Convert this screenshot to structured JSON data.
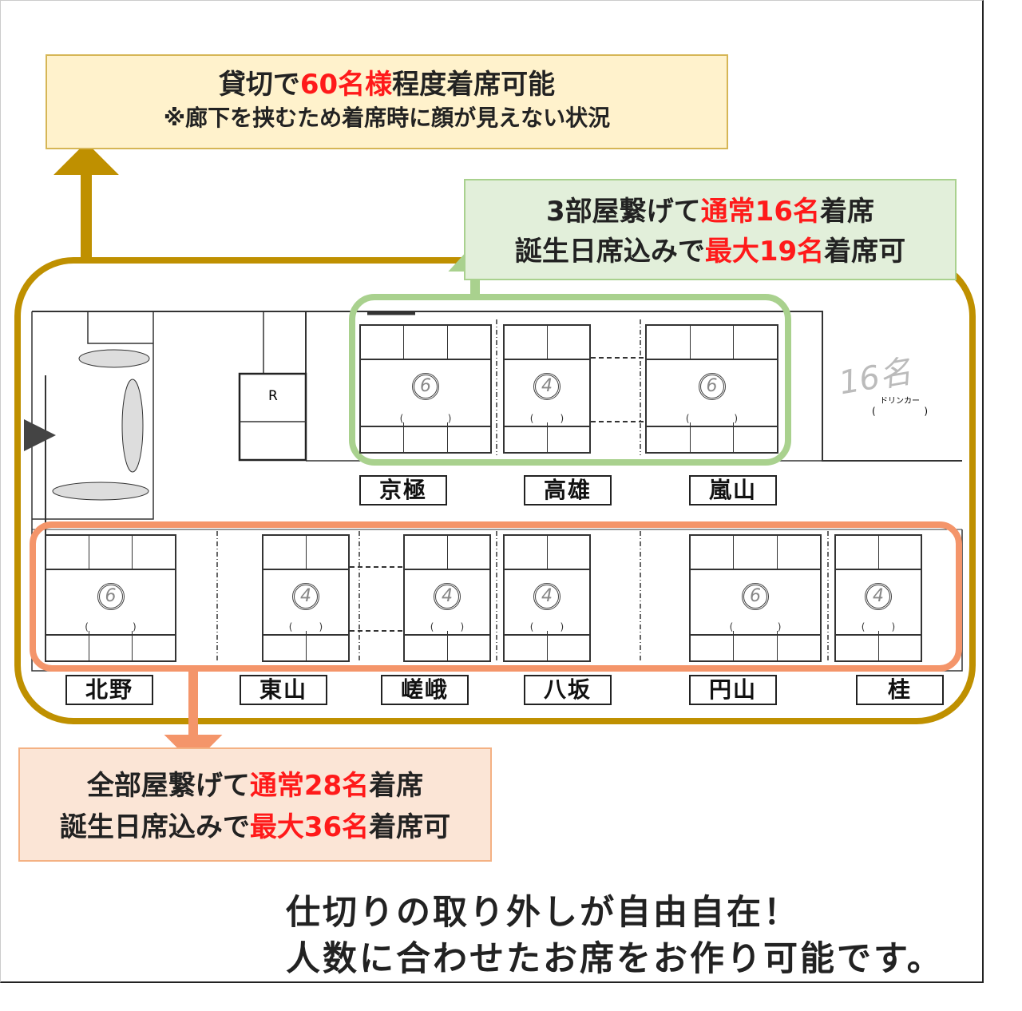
{
  "top_callout": {
    "line1_pre": "貸切で",
    "line1_red": "60名様",
    "line1_post": "程度着席可能",
    "line2": "※廊下を挟むため着席時に顔が見えない状況"
  },
  "green_callout": {
    "line1_pre": "3部屋繋げて",
    "line1_red": "通常16名",
    "line1_post": "着席",
    "line2_pre": "誕生日席込みで",
    "line2_red": "最大19名",
    "line2_post": "着席可"
  },
  "orange_callout": {
    "line1_pre": "全部屋繋げて",
    "line1_red": "通常28名",
    "line1_post": "着席",
    "line2_pre": "誕生日席込みで",
    "line2_red": "最大36名",
    "line2_post": "着席可"
  },
  "bottom_message": {
    "line1": "仕切りの取り外しが自由自在！",
    "line2": "人数に合わせたお席をお作り可能です。"
  },
  "floor_plan": {
    "r_room": "R",
    "drinker_label": "ドリンカー",
    "handwritten_note": "16名",
    "top_rooms": [
      {
        "name": "京極",
        "capacity": "6"
      },
      {
        "name": "高雄",
        "capacity": "4"
      },
      {
        "name": "嵐山",
        "capacity": "6"
      }
    ],
    "bottom_rooms": [
      {
        "name": "北野",
        "capacity": "6"
      },
      {
        "name": "東山",
        "capacity": "4"
      },
      {
        "name": "嵯峨",
        "capacity": "4"
      },
      {
        "name": "八坂",
        "capacity": "4"
      },
      {
        "name": "円山",
        "capacity": "6"
      },
      {
        "name": "桂",
        "capacity": "4"
      }
    ]
  },
  "colors": {
    "gold": "#bf9000",
    "green": "#a9d18e",
    "orange": "#f4956a",
    "red": "#ff1a1a"
  }
}
